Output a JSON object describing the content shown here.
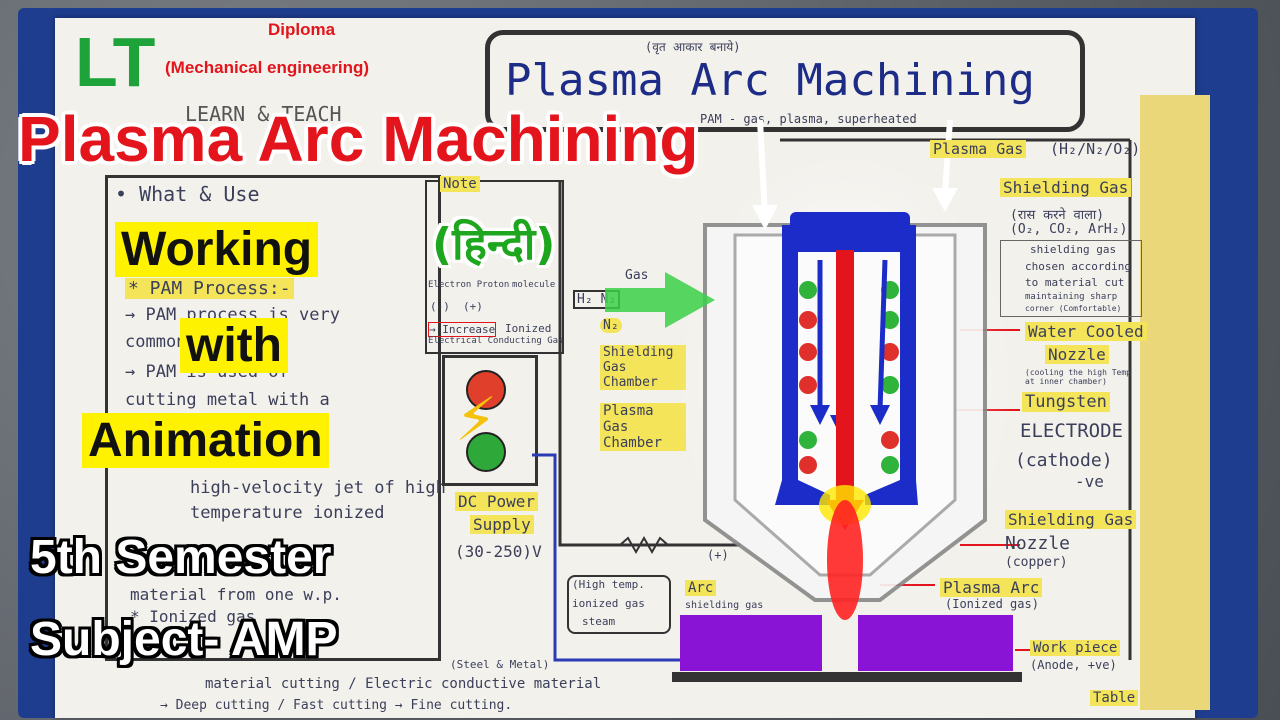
{
  "diploma": {
    "line1": "Diploma",
    "line2": "(Mechanical engineering)"
  },
  "logo": {
    "letters": "LT",
    "caption": "LEARN & TEACH"
  },
  "board_title": {
    "top_note": "(वृत आकार बनाये)",
    "text": "Plasma Arc Machining",
    "sub_note": "PAM - gas, plasma, superheated"
  },
  "overlay": {
    "main_title": "Plasma Arc Machining",
    "hindi": "(हिन्दी)",
    "working_line1": "Working",
    "working_line2": "with",
    "working_line3": "Animation",
    "semester": "5th Semester",
    "subject": "Subject- AMP"
  },
  "left_notes": {
    "what_use": "• What & Use",
    "pam_process": "* PAM Process:-",
    "pam_line1": "→ PAM process is very",
    "pam_line2": "common",
    "pam_line3": "→ PAM is used of",
    "pam_line4": "cutting metal with a",
    "jet_line1": "high-velocity jet of high",
    "jet_line2": "temperature ionized",
    "jet_line3": "material from one w.p.",
    "jet_line4": "* Ionized gas",
    "bottom_line1": "(Steel & Metal)",
    "bottom_line2": "material cutting / Electric conductive material",
    "bottom_line3": "→ Deep cutting / Fast cutting → Fine cutting."
  },
  "middle_notes": {
    "note": "Note",
    "gas": "Gas",
    "h2n": "H₂ N₂",
    "n2": "N₂",
    "electron_proton": "Electron Proton",
    "molecule": "molecule",
    "increase": "→ Increase",
    "ionized": "Ionized",
    "electrical": "Electrical Conducting Gas",
    "shielding_gas_chamber": "Shielding Gas Chamber",
    "plasma_gas_chamber": "Plasma Gas Chamber",
    "dc_power": "DC Power",
    "supply": "Supply",
    "voltage": "(30-250)V",
    "plus1": "(+)",
    "plus2": "(+)",
    "minus": "(-)",
    "hightemp1": "(High temp.",
    "hightemp2": "ionized gas",
    "hightemp3": "steam",
    "arc": "Arc",
    "shielding_small": "shielding gas"
  },
  "right_notes": {
    "plasma_gas": "Plasma Gas",
    "plasma_gas_formula": "(H₂/N₂/O₂)",
    "shielding_gas": "Shielding Gas",
    "shielding_gas_hindi": "(रास करने वाला)",
    "shielding_formula": "(O₂, CO₂, ArH₂)",
    "shield_note1": "shielding gas",
    "shield_note2": "chosen according",
    "shield_note3": "to material cut",
    "shield_note4": "maintaining sharp",
    "shield_note5": "corner (Comfortable)",
    "water_cooled": "Water Cooled",
    "nozzle": "Nozzle",
    "nozzle_note": "(cooling the high Temp at inner chamber)",
    "tungsten": "Tungsten",
    "electrode": "ELECTRODE",
    "cathode": "(cathode)",
    "ve_neg": "-ve",
    "shield_nozzle1": "Shielding Gas",
    "shield_nozzle2": "Nozzle",
    "copper": "(copper)",
    "plasma_arc": "Plasma Arc",
    "ionized_gas": "(Ionized gas)",
    "workpiece": "Work piece",
    "anode": "(Anode, +ve)",
    "table": "Table"
  },
  "colors": {
    "red_title": "#e3141b",
    "hindi_green": "#1fa61f",
    "electrode_blue": "#1b2cc8",
    "workpiece_purple": "#8a14d6",
    "highlight_yellow": "#f3e45a"
  }
}
